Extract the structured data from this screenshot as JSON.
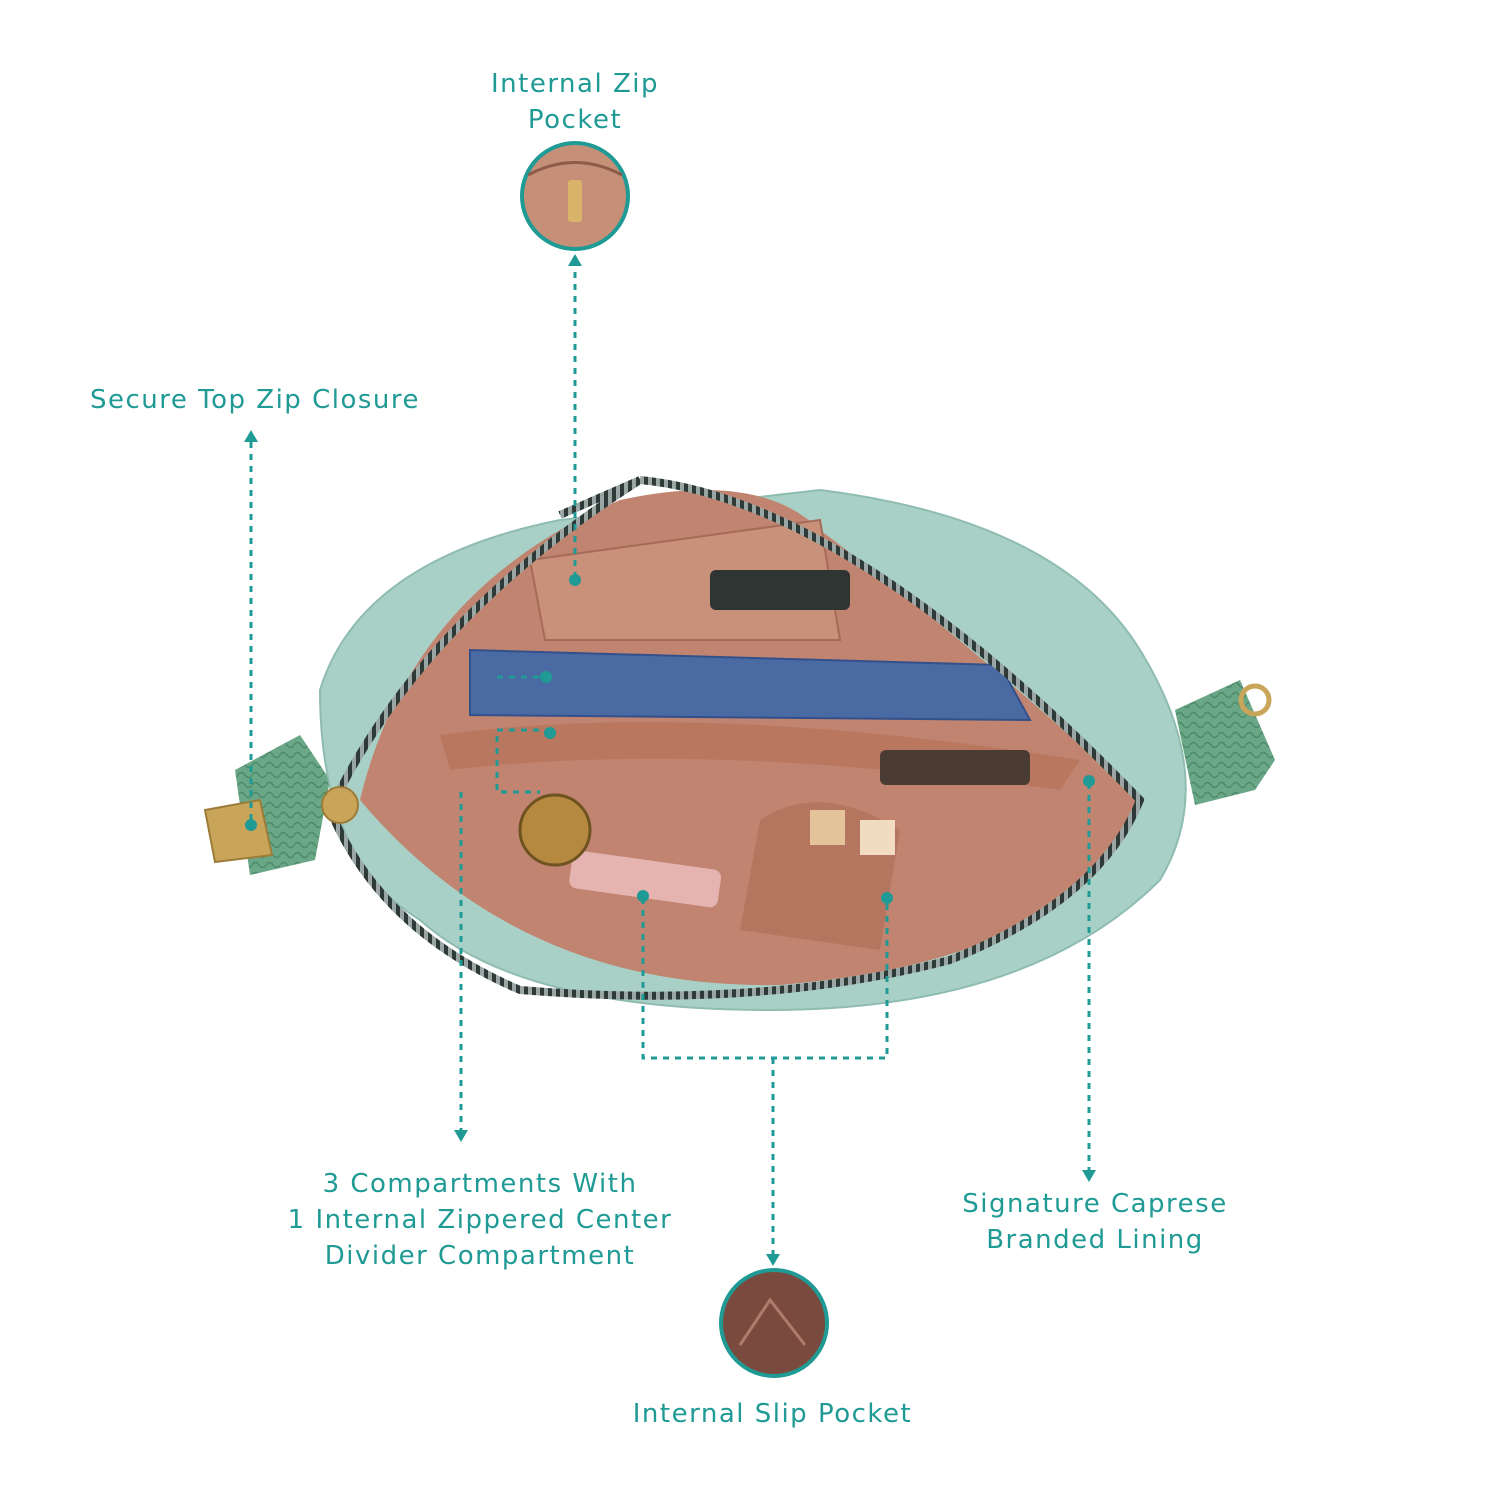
{
  "labels": {
    "internal_zip_pocket": [
      "Internal Zip",
      "Pocket"
    ],
    "secure_top_zip": "Secure Top Zip Closure",
    "compartments": [
      "3 Compartments With",
      "1 Internal Zippered Center",
      "Divider Compartment"
    ],
    "signature_lining": [
      "Signature Caprese",
      "Branded Lining"
    ],
    "internal_slip_pocket": "Internal Slip Pocket"
  },
  "colors": {
    "accent": "#1f9a94",
    "bag_body": "#a9d0c6",
    "lining": "#c08470",
    "strap": "#6aa786",
    "notebook": "#4a6aa3",
    "hardware": "#c9a55a"
  }
}
